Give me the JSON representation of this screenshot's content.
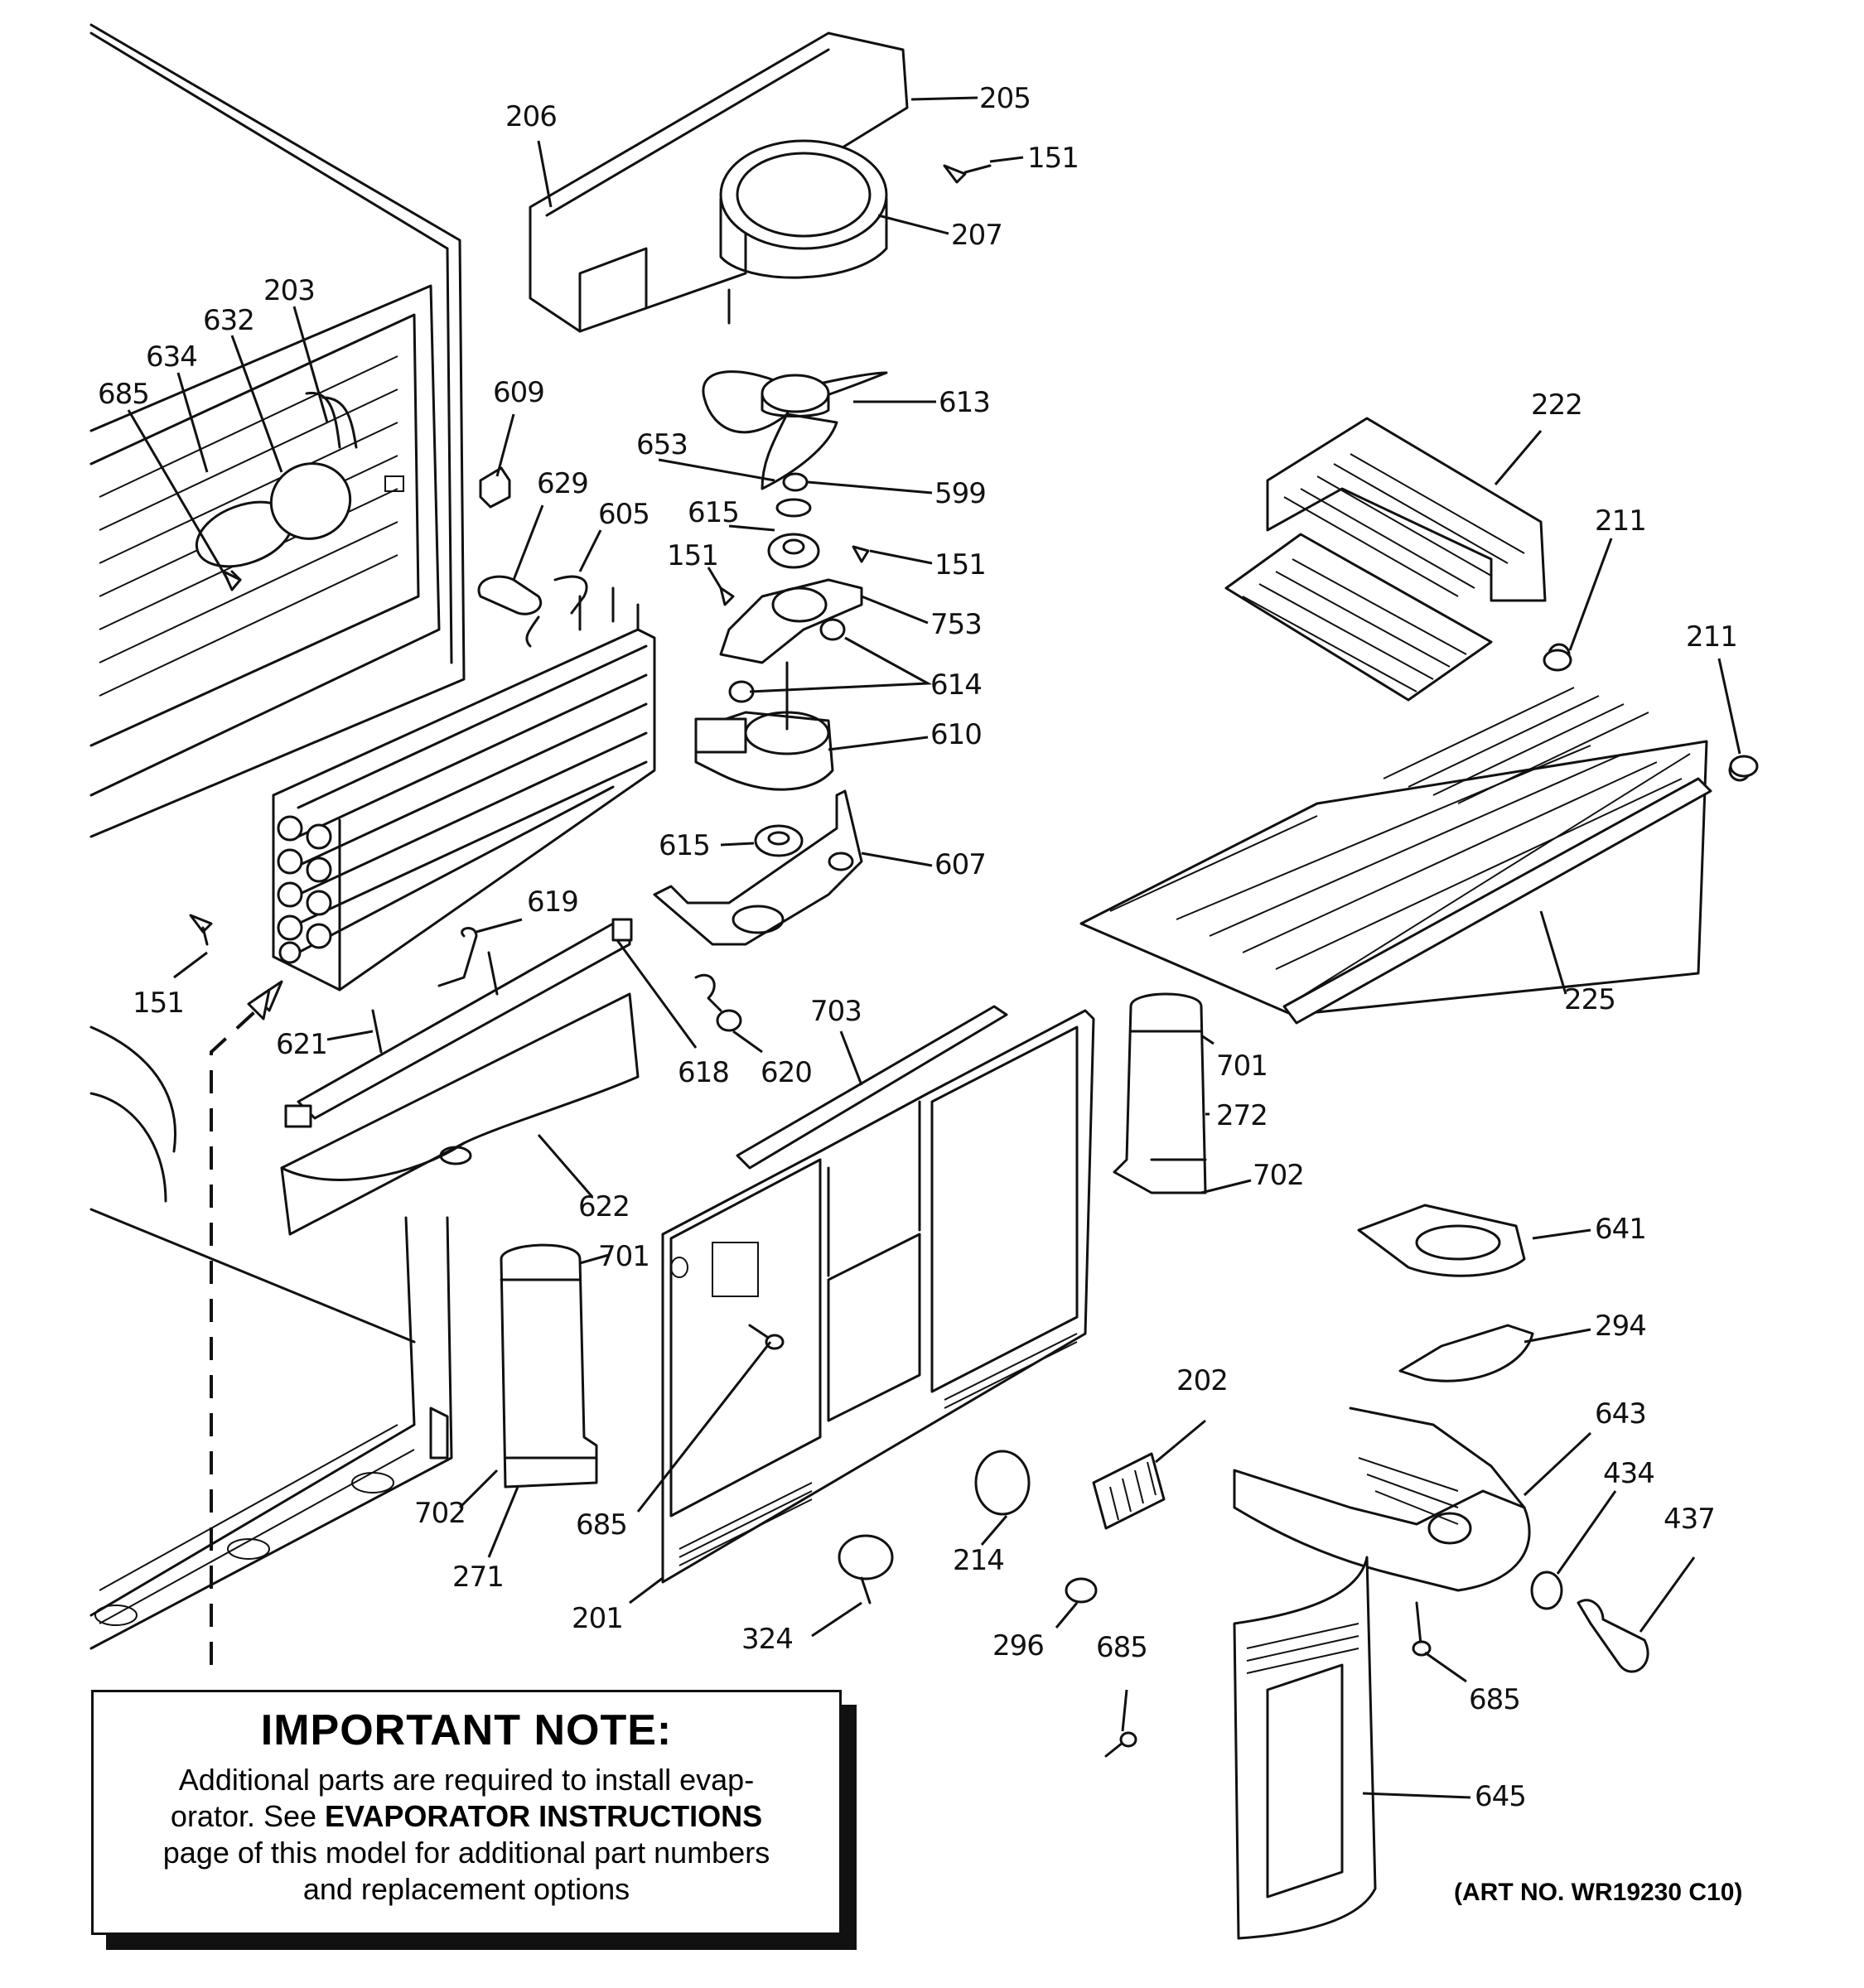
{
  "labels": [
    {
      "id": "205",
      "text": "205"
    },
    {
      "id": "206",
      "text": "206"
    },
    {
      "id": "151a",
      "text": "151"
    },
    {
      "id": "207",
      "text": "207"
    },
    {
      "id": "203",
      "text": "203"
    },
    {
      "id": "632",
      "text": "632"
    },
    {
      "id": "634",
      "text": "634"
    },
    {
      "id": "685a",
      "text": "685"
    },
    {
      "id": "609",
      "text": "609"
    },
    {
      "id": "613",
      "text": "613"
    },
    {
      "id": "653",
      "text": "653"
    },
    {
      "id": "599",
      "text": "599"
    },
    {
      "id": "629",
      "text": "629"
    },
    {
      "id": "605",
      "text": "605"
    },
    {
      "id": "615a",
      "text": "615"
    },
    {
      "id": "151b",
      "text": "151"
    },
    {
      "id": "151c",
      "text": "151"
    },
    {
      "id": "753",
      "text": "753"
    },
    {
      "id": "614",
      "text": "614"
    },
    {
      "id": "610",
      "text": "610"
    },
    {
      "id": "615b",
      "text": "615"
    },
    {
      "id": "607",
      "text": "607"
    },
    {
      "id": "222",
      "text": "222"
    },
    {
      "id": "211a",
      "text": "211"
    },
    {
      "id": "211b",
      "text": "211"
    },
    {
      "id": "225",
      "text": "225"
    },
    {
      "id": "619",
      "text": "619"
    },
    {
      "id": "151d",
      "text": "151"
    },
    {
      "id": "621",
      "text": "621"
    },
    {
      "id": "618",
      "text": "618"
    },
    {
      "id": "620",
      "text": "620"
    },
    {
      "id": "703",
      "text": "703"
    },
    {
      "id": "701a",
      "text": "701"
    },
    {
      "id": "272",
      "text": "272"
    },
    {
      "id": "702a",
      "text": "702"
    },
    {
      "id": "622",
      "text": "622"
    },
    {
      "id": "701b",
      "text": "701"
    },
    {
      "id": "641",
      "text": "641"
    },
    {
      "id": "294",
      "text": "294"
    },
    {
      "id": "202",
      "text": "202"
    },
    {
      "id": "643",
      "text": "643"
    },
    {
      "id": "702b",
      "text": "702"
    },
    {
      "id": "685b",
      "text": "685"
    },
    {
      "id": "271",
      "text": "271"
    },
    {
      "id": "214",
      "text": "214"
    },
    {
      "id": "434",
      "text": "434"
    },
    {
      "id": "437",
      "text": "437"
    },
    {
      "id": "201",
      "text": "201"
    },
    {
      "id": "324",
      "text": "324"
    },
    {
      "id": "296",
      "text": "296"
    },
    {
      "id": "685c",
      "text": "685"
    },
    {
      "id": "685d",
      "text": "685"
    },
    {
      "id": "645",
      "text": "645"
    }
  ],
  "note": {
    "title": "IMPORTANT NOTE:",
    "line1": "Additional parts are required to install evap-",
    "line2_a": "orator.  See ",
    "line2_b": "EVAPORATOR INSTRUCTIONS",
    "line3": "page of this model for additional part numbers",
    "line4": "and replacement options"
  },
  "art_number": "(ART NO. WR19230 C10)"
}
